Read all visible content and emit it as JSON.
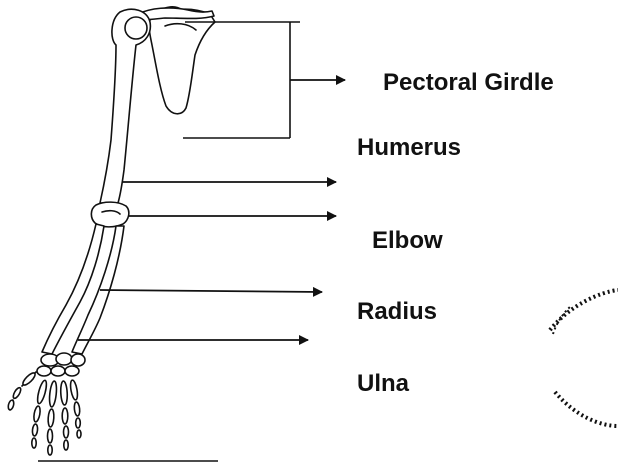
{
  "labels": {
    "pectoral_girdle": "Pectoral Girdle",
    "humerus": "Humerus",
    "elbow": "Elbow",
    "radius": "Radius",
    "ulna": "Ulna"
  },
  "colors": {
    "ink": "#111111",
    "bone_fill": "#ffffff",
    "background": "#ffffff"
  }
}
